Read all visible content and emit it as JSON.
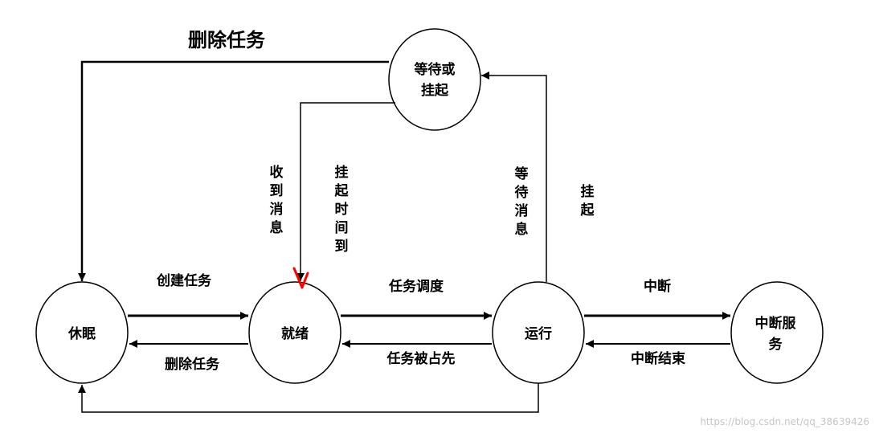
{
  "title": "删除任务",
  "states": {
    "sleep": "休眠",
    "ready": "就绪",
    "running": "运行",
    "wait_line1": "等待或",
    "wait_line2": "挂起",
    "isr_line1": "中断服",
    "isr_line2": "务"
  },
  "transitions": {
    "create_task": "创建任务",
    "delete_task": "删除任务",
    "schedule": "任务调度",
    "preempted": "任务被占先",
    "interrupt": "中断",
    "interrupt_end": "中断结束",
    "msg_received": "收到消息",
    "timeout": "挂起时间到",
    "wait_msg": "等待消息",
    "suspend": "挂起"
  },
  "watermark": "https://blog.csdn.net/qq_38639426",
  "colors": {
    "line": "#000000",
    "annotation": "#ff0000",
    "watermark": "#c6c6c6"
  }
}
